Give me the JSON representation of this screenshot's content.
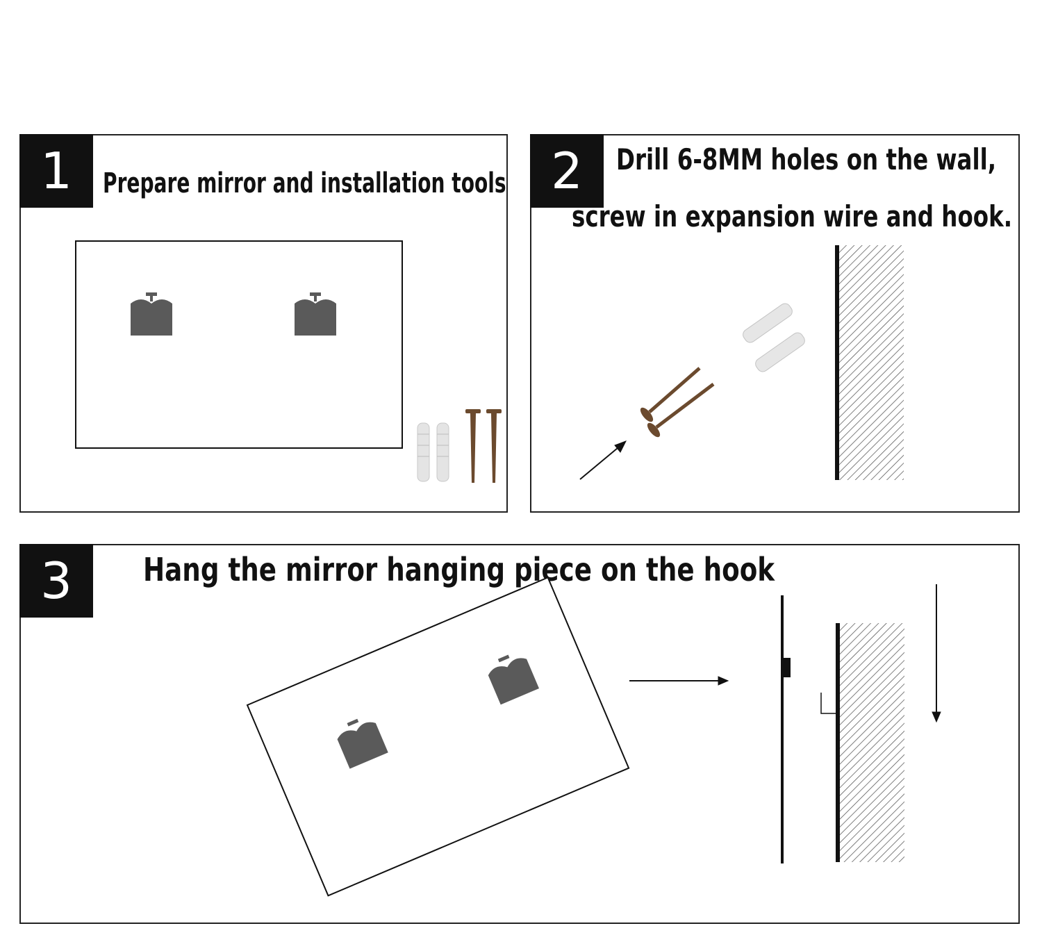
{
  "steps": [
    {
      "number": "1",
      "text": "Prepare mirror and installation tools"
    },
    {
      "number": "2",
      "text_line1": "Drill 6-8MM holes on the wall,",
      "text_line2": "screw in expansion wire and hook."
    },
    {
      "number": "3",
      "text": "Hang the mirror hanging piece on the hook"
    }
  ],
  "colors": {
    "line": "#111111",
    "hanger": "#5a5a5a",
    "screw": "#6b4a2e",
    "anchor": "#e6e6e6"
  }
}
